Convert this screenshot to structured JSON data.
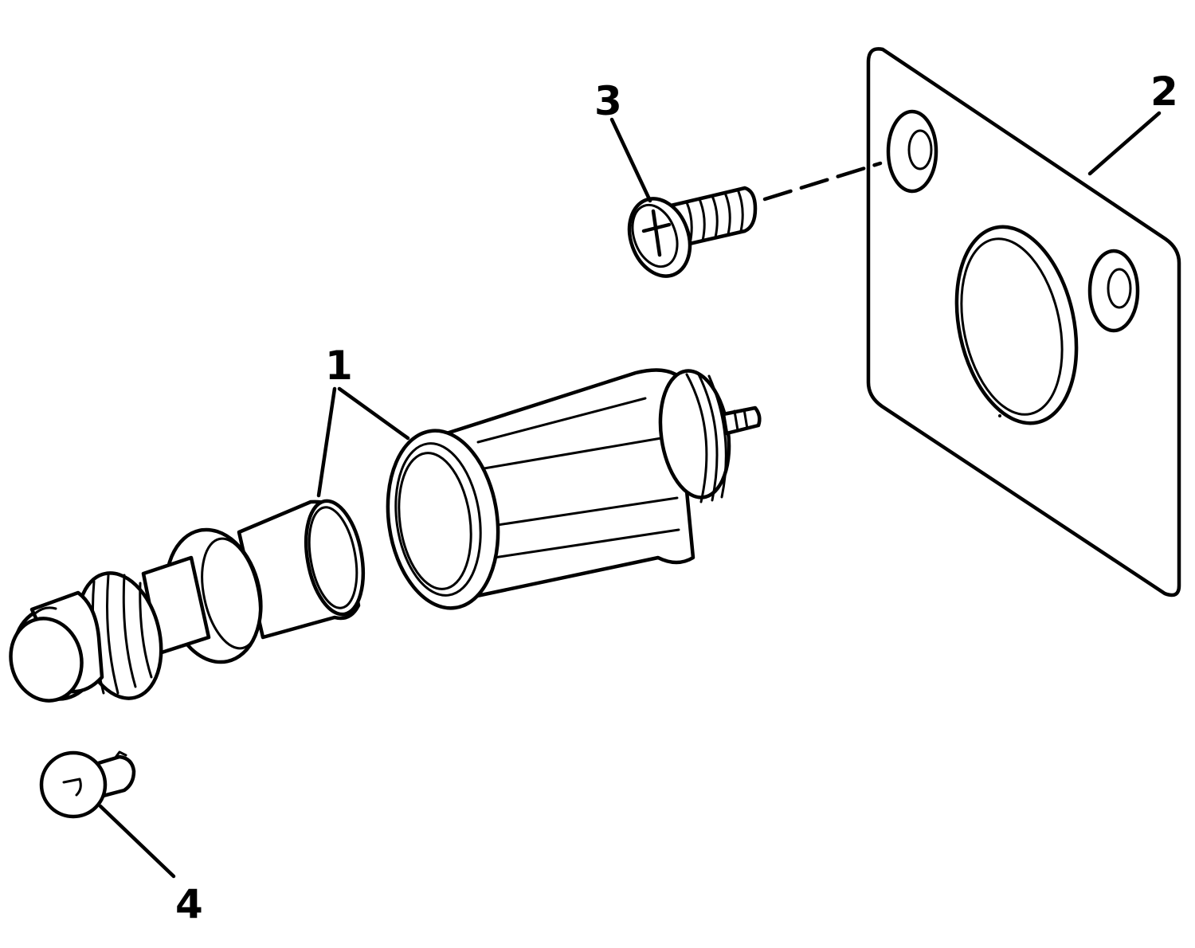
{
  "diagram": {
    "callouts": [
      {
        "id": "callout-1",
        "label": "1"
      },
      {
        "id": "callout-2",
        "label": "2"
      },
      {
        "id": "callout-3",
        "label": "3"
      },
      {
        "id": "callout-4",
        "label": "4"
      }
    ],
    "colors": {
      "ink": "#000000",
      "paper": "#ffffff"
    }
  }
}
